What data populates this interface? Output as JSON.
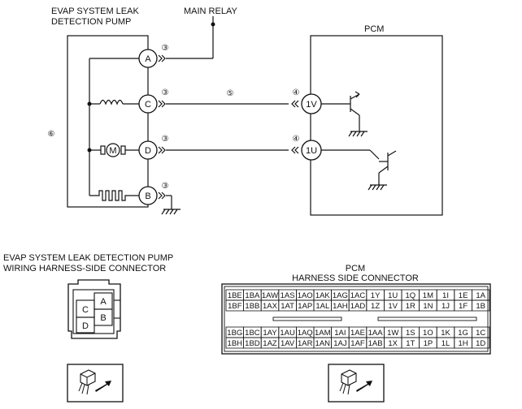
{
  "pump_title_line1": "EVAP SYSTEM LEAK",
  "pump_title_line2": "DETECTION PUMP",
  "main_relay_label": "MAIN RELAY",
  "pcm_label": "PCM",
  "pump_terminals": [
    "A",
    "C",
    "D",
    "B"
  ],
  "pcm_terminals": [
    "1V",
    "1U"
  ],
  "markers": {
    "three": "③",
    "four": "④",
    "five": "⑤",
    "six": "⑥"
  },
  "motor_label": "M",
  "pump_connector": {
    "title_line1": "EVAP SYSTEM LEAK DETECTION PUMP",
    "title_line2": "WIRING HARNESS-SIDE CONNECTOR",
    "cells": [
      "C",
      "A",
      "B",
      "D"
    ]
  },
  "pcm_connector": {
    "title_line1": "PCM",
    "title_line2": "HARNESS SIDE CONNECTOR",
    "upper_rows": [
      [
        "1BE",
        "1BA",
        "1AW",
        "1AS",
        "1AO",
        "1AK",
        "1AG",
        "1AC",
        "1Y",
        "1U",
        "1Q",
        "1M",
        "1I",
        "1E",
        "1A"
      ],
      [
        "1BF",
        "1BB",
        "1AX",
        "1AT",
        "1AP",
        "1AL",
        "1AH",
        "1AD",
        "1Z",
        "1V",
        "1R",
        "1N",
        "1J",
        "1F",
        "1B"
      ]
    ],
    "lower_rows": [
      [
        "1BG",
        "1BC",
        "1AY",
        "1AU",
        "1AQ",
        "1AM",
        "1AI",
        "1AE",
        "1AA",
        "1W",
        "1S",
        "1O",
        "1K",
        "1G",
        "1C"
      ],
      [
        "1BH",
        "1BD",
        "1AZ",
        "1AV",
        "1AR",
        "1AN",
        "1AJ",
        "1AF",
        "1AB",
        "1X",
        "1T",
        "1P",
        "1L",
        "1H",
        "1D"
      ]
    ]
  }
}
